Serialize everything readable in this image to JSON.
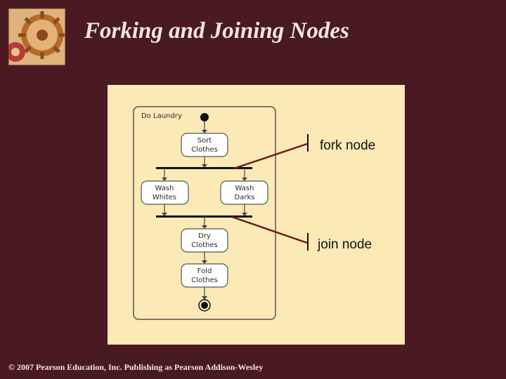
{
  "slide": {
    "title": "Forking and Joining Nodes",
    "footer": "© 2007 Pearson Education, Inc. Publishing as Pearson Addison-Wesley",
    "logo_icon": "gear-clockwork-icon"
  },
  "diagram": {
    "frame_label": "Do Laundry",
    "nodes": {
      "sort": [
        "Sort",
        "Clothes"
      ],
      "wash_whites": [
        "Wash",
        "Whites"
      ],
      "wash_darks": [
        "Wash",
        "Darks"
      ],
      "dry": [
        "Dry",
        "Clothes"
      ],
      "fold": [
        "Fold",
        "Clothes"
      ]
    },
    "callouts": {
      "fork": "fork node",
      "join": "join node"
    }
  },
  "colors": {
    "background": "#4a1a23",
    "panel": "#fbe9b6",
    "callout_line": "#6b1a1a"
  }
}
